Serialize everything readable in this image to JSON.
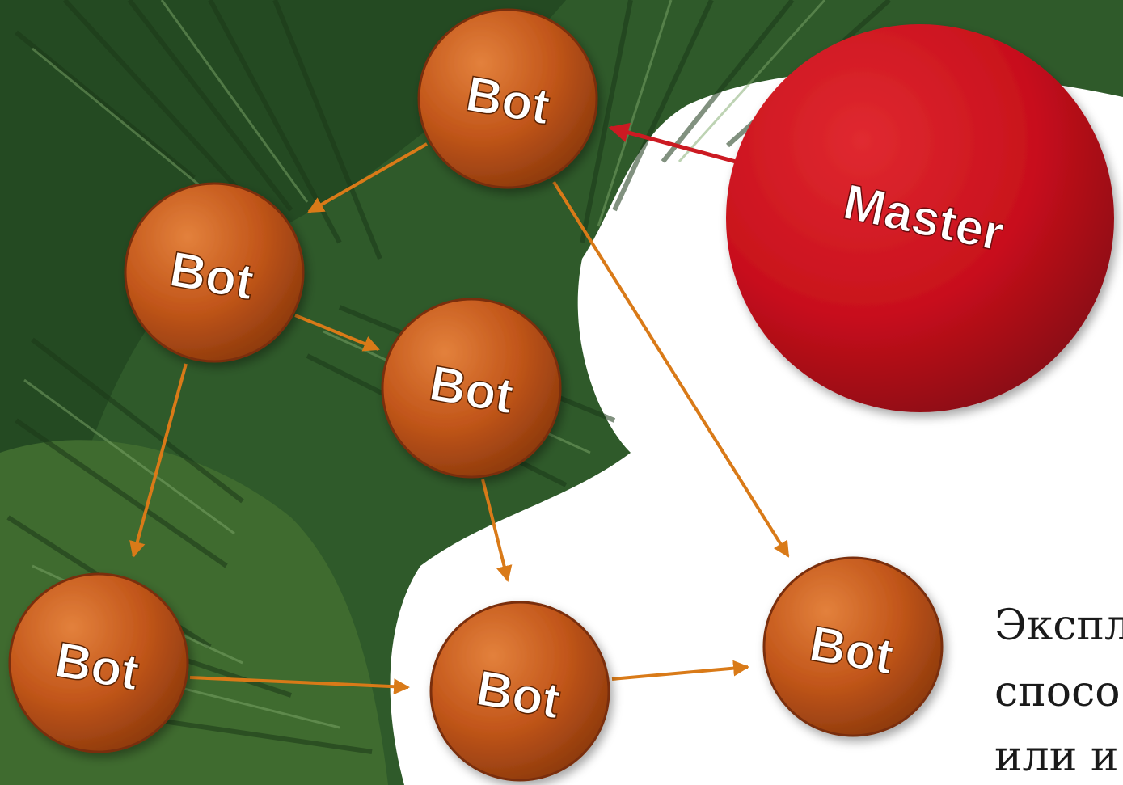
{
  "diagram": {
    "master": {
      "label": "Master",
      "color": "#c8101c"
    },
    "bots": [
      {
        "id": "b1",
        "label": "Bot"
      },
      {
        "id": "b2",
        "label": "Bot"
      },
      {
        "id": "b3",
        "label": "Bot"
      },
      {
        "id": "b4",
        "label": "Bot"
      },
      {
        "id": "b5",
        "label": "Bot"
      },
      {
        "id": "b6",
        "label": "Bot"
      }
    ],
    "bot_color": "#c2561a",
    "arrow_color": "#d97a18",
    "master_arrow_color": "#cc1a22",
    "edges": [
      {
        "from": "master",
        "to": "b1"
      },
      {
        "from": "b1",
        "to": "b2"
      },
      {
        "from": "b1",
        "to": "b6"
      },
      {
        "from": "b2",
        "to": "b3"
      },
      {
        "from": "b2",
        "to": "b4"
      },
      {
        "from": "b3",
        "to": "b5"
      },
      {
        "from": "b4",
        "to": "b5"
      },
      {
        "from": "b5",
        "to": "b6"
      }
    ]
  },
  "caption": {
    "line1": "Экспл",
    "line2": "спосо",
    "line3": "или и"
  }
}
